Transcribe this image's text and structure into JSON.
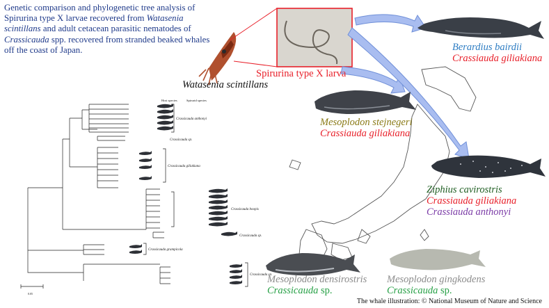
{
  "title": {
    "line1": "Genetic comparison and phylogenetic tree analysis of",
    "line2_pre": "Spirurina type X larvae recovered from ",
    "line2_it": "Watasenia",
    "line3_it": "scintillans",
    "line3_post": " and adult cetacean parasitic nematodes of",
    "line4_it": "Crassicauda",
    "line4_post": " spp. recovered from stranded beaked whales",
    "line5": "off the coast of Japan."
  },
  "labels": {
    "larva": "Spirurina type X larva",
    "squid": "Watasenia scintillans",
    "whale1_host": "Berardius bairdii",
    "whale1_parasite": "Crassiauda giliakiana",
    "whale2_host": "Mesoplodon stejnegeri",
    "whale2_parasite": "Crassiauda giliakiana",
    "whale3_host": "Ziphius cavirostris",
    "whale3_parasite1": "Crassiauda giliakiana",
    "whale3_parasite2": "Crassiauda anthonyi",
    "whale4_host": "Mesoplodon densirostris",
    "whale4_parasite_genus": "Crassicauda",
    "whale4_parasite_sp": " sp.",
    "whale5_host": "Mesoplodon gingkodens",
    "whale5_parasite_genus": "Crassicauda",
    "whale5_parasite_sp": " sp."
  },
  "tree": {
    "header_host": "Host species",
    "header_spirurid": "Spirurid species",
    "clades": [
      "Crassicauda anthonyi",
      "Crassicauda sp.",
      "Crassicauda giliakiana",
      "Crassicauda boopis",
      "Crassicauda sp.",
      "Crassicauda grampicola",
      "Crassicauda sp."
    ],
    "scale": "0.05"
  },
  "credit": "The whale illustration: © National Museum of Nature and Science",
  "colors": {
    "title": "#1f3a8a",
    "red": "#e8202a",
    "arrow": "#6f8fd8",
    "whale_dark": "#3a3f47"
  }
}
